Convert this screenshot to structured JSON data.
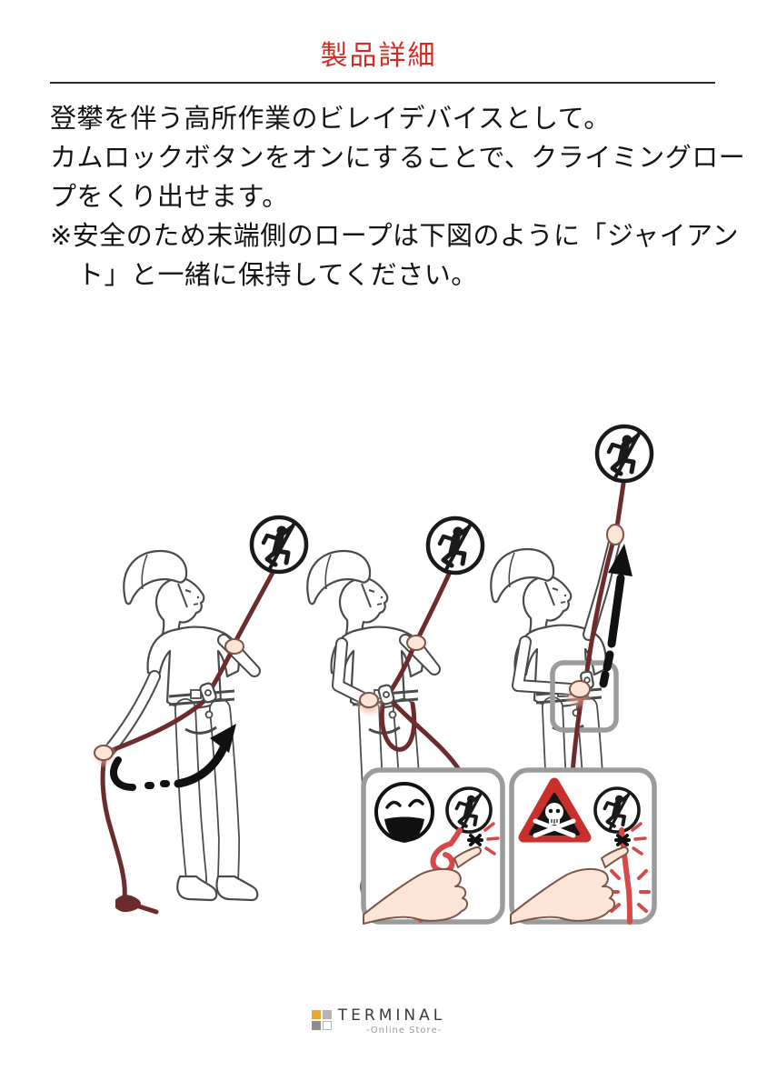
{
  "header": {
    "title": "製品詳細",
    "title_color": "#d42a22"
  },
  "body": {
    "line1": "登攀を伴う高所作業のビレイデバイスとして。",
    "line2": "カムロックボタンをオンにすることで、クライミングロー",
    "line3": "プをくり出せます。",
    "line4": "※安全のため末端側のロープは下図のように「ジャイアン",
    "line5": "ト」と一緒に保持してください。"
  },
  "illustration": {
    "description": "3人の作業者がビレイデバイスでクライミングロープを操作する図",
    "rope_color": "#6e2b2e",
    "accent_rope_color": "#d64949",
    "highlight_box_color": "#9b9b9b",
    "warning_color": "#c9302c",
    "icons": {
      "climber": "climber-on-rope-icon",
      "good": "laughing-face-icon",
      "danger": "skull-crossbones-warning-icon",
      "cam_button": "cam-lock-button-icon"
    }
  },
  "footer": {
    "brand": "TERMINAL",
    "tagline": "-Online Store-"
  }
}
